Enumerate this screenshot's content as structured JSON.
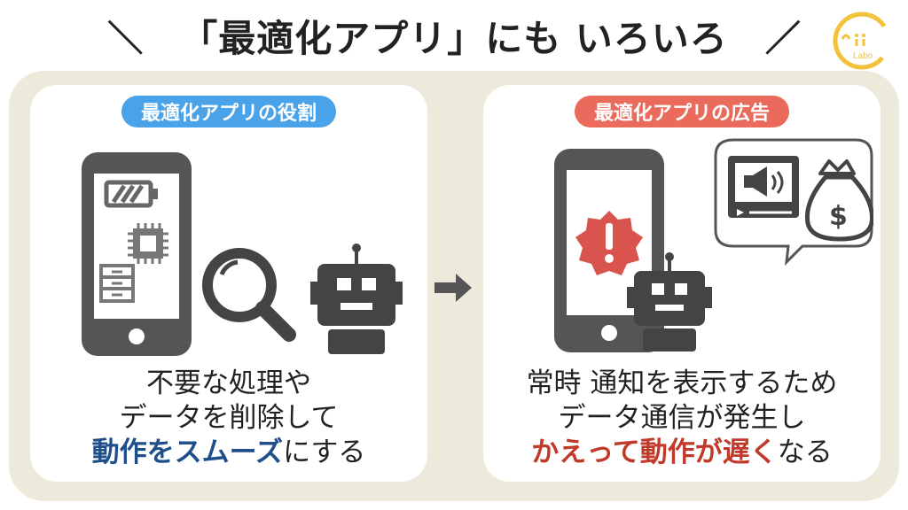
{
  "header": {
    "title": "「最適化アプリ」にも いろいろ",
    "slash_left": "＼",
    "slash_right": "／"
  },
  "logo": {
    "text": "Labo"
  },
  "left_panel": {
    "heading": "最適化アプリの役割",
    "caption": {
      "line1": "不要な処理や",
      "line2": "データを削除して",
      "line3_highlight": "動作をスムーズ",
      "line3_rest": "にする"
    },
    "icons": [
      "smartphone-icon",
      "battery-icon",
      "cpu-chip-icon",
      "storage-icon",
      "magnifier-icon",
      "robot-icon"
    ]
  },
  "right_panel": {
    "heading": "最適化アプリの広告",
    "caption": {
      "line1": "常時 通知を表示するため",
      "line2": "データ通信が発生し",
      "line3_highlight": "かえって動作が遅く",
      "line3_rest": "なる"
    },
    "icons": [
      "smartphone-icon",
      "alert-badge-icon",
      "video-ad-icon",
      "money-bag-icon",
      "robot-icon"
    ]
  },
  "colors": {
    "background": "#eeeadb",
    "heading_left": "#4aa3e8",
    "heading_right": "#ea6a5c",
    "highlight_left": "#1f4f8a",
    "highlight_right": "#c0392b",
    "alert": "#d9534f",
    "icon_gray": "#555555"
  }
}
